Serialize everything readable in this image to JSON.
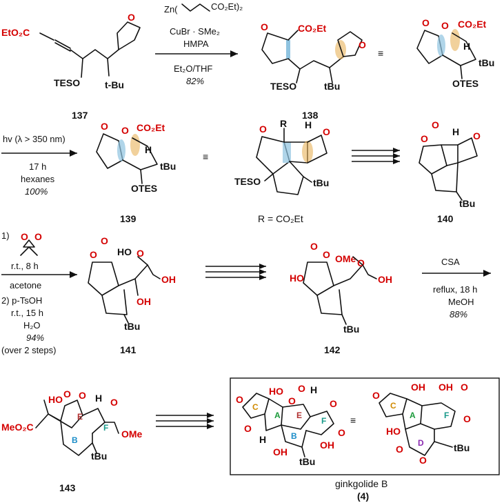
{
  "compounds": {
    "c137": "137",
    "c138": "138",
    "c139": "139",
    "c140": "140",
    "c141": "141",
    "c142": "142",
    "c143": "143",
    "product_name": "ginkgolide B",
    "product_number": "(4)"
  },
  "step1": {
    "reagent_top": "Zn(",
    "reagent_top_ester": "CO₂Et)₂",
    "reagent_2": "CuBr · SMe₂",
    "reagent_3": "HMPA",
    "solvent": "Et₂O/THF",
    "yield": "82%"
  },
  "step2": {
    "light": "hv (λ > 350 nm)",
    "time": "17 h",
    "solvent": "hexanes",
    "yield": "100%"
  },
  "step3": {
    "num1": "1)",
    "cond1": "r.t., 8 h",
    "solv1": "acetone",
    "num2": "2) p-TsOH",
    "cond2": "r.t., 15 h",
    "solv2": "H₂O",
    "yield": "94%",
    "note": "(over 2 steps)"
  },
  "step4": {
    "reagent": "CSA",
    "cond": "reflux, 18 h",
    "solvent": "MeOH",
    "yield": "88%"
  },
  "substituent_note": "R = CO₂Et",
  "equiv_symbol": "≡",
  "atom_labels": {
    "EtO2C": "EtO₂C",
    "TESO": "TESO",
    "OTES": "OTES",
    "tBu": "tBu",
    "t-Bu": "t-Bu",
    "CO2Et": "CO₂Et",
    "R": "R",
    "H": "H",
    "O": "O",
    "OH": "OH",
    "HO": "HO",
    "OMe": "OMe",
    "MeO2C": "MeO₂C"
  },
  "ring_labels": [
    "A",
    "B",
    "C",
    "D",
    "E",
    "F"
  ],
  "colors": {
    "oxygen": "#d40000",
    "highlight_blue": "#8fc3e0",
    "highlight_orange": "#e8b35a"
  }
}
